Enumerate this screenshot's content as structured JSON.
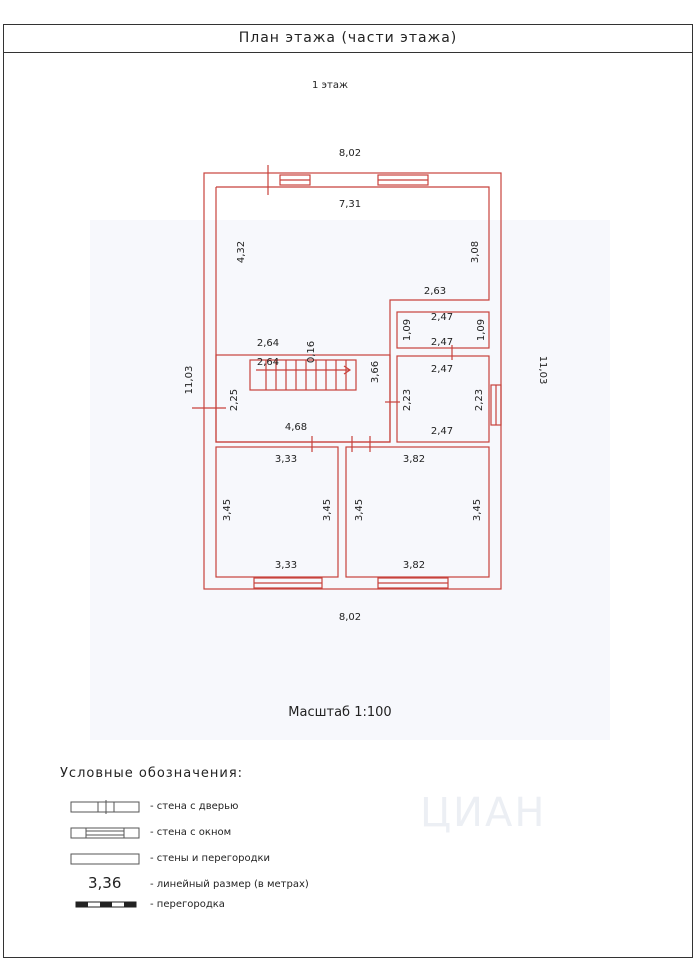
{
  "header": {
    "title": "План этажа (части этажа)"
  },
  "floor": {
    "label": "1 этаж"
  },
  "dimensions": {
    "top_outer": "8,02",
    "top_inner": "7,31",
    "left_big": "4,32",
    "right_big": "3,08",
    "notch": "2,63",
    "small_room_top": "2,47",
    "small_room_left": "1,09",
    "small_room_right": "1,09",
    "small_room_bottom": "2,47",
    "stair_top": "2,64",
    "stair_inner": "2,64",
    "stair_height": "0,16",
    "left_outer": "11,03",
    "right_outer": "11,03",
    "corridor_left": "2,25",
    "corridor_right": "3,66",
    "room2_top": "2,47",
    "room2_left": "2,23",
    "room2_right": "2,23",
    "room2_bottom": "2,47",
    "corridor_bottom": "4,68",
    "room3_top": "3,33",
    "room3_left": "3,45",
    "room3_right": "3,45",
    "room3_bottom": "3,33",
    "room4_top": "3,82",
    "room4_left": "3,45",
    "room4_right": "3,45",
    "room4_bottom": "3,82",
    "bottom_outer": "8,02"
  },
  "colors": {
    "wall": "#c8423c",
    "text": "#222222",
    "legend_line": "#555555"
  },
  "scale": {
    "label": "Масштаб 1:100"
  },
  "legend": {
    "title": "Условные обозначения:",
    "items": [
      {
        "symbol": "door-wall-icon",
        "text": "- стена с дверью"
      },
      {
        "symbol": "window-wall-icon",
        "text": "- стена с окном"
      },
      {
        "symbol": "wall-icon",
        "text": "- стены и перегородки"
      },
      {
        "symbol": "dimension-icon",
        "number": "3,36",
        "text": "- линейный размер (в метрах)"
      },
      {
        "symbol": "partition-icon",
        "text": "- перегородка"
      }
    ]
  },
  "watermark": {
    "text": "ЦИАН"
  }
}
